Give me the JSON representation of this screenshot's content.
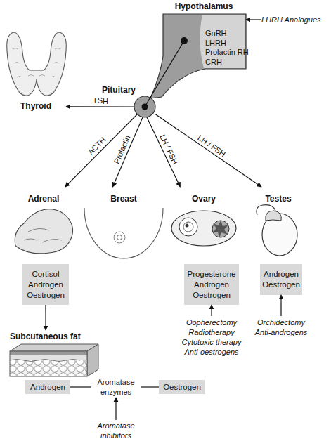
{
  "diagram": {
    "nodes": [
      {
        "text": [
          "Hypothalamus",
          "GnRH",
          "LHRH",
          "Prolactin RH",
          "CRH"
        ]
      },
      {
        "text": [
          "LHRH Analogues"
        ]
      },
      {
        "text": [
          "Pituitary"
        ]
      },
      {
        "text": [
          "Thyroid"
        ]
      },
      {
        "text": [
          "Adrenal"
        ]
      },
      {
        "text": [
          "Breast"
        ]
      },
      {
        "text": [
          "Ovary"
        ]
      },
      {
        "text": [
          "Testes"
        ]
      },
      {
        "text": [
          "Cortisol",
          "Androgen",
          "Oestrogen"
        ]
      },
      {
        "text": [
          "Progesterone",
          "Androgen",
          "Oestrogen"
        ]
      },
      {
        "text": [
          "Androgen",
          "Oestrogen"
        ]
      },
      {
        "text": [
          "Oopherectomy",
          "Radiotherapy",
          "Cytotoxic therapy",
          "Anti-oestrogens"
        ]
      },
      {
        "text": [
          "Orchidectomy",
          "Anti-androgens"
        ]
      },
      {
        "text": [
          "Subcutaneous fat"
        ]
      },
      {
        "text": [
          "Androgen"
        ]
      },
      {
        "text": [
          "Aromatase enzymes"
        ]
      },
      {
        "text": [
          "Oestrogen"
        ]
      },
      {
        "text": [
          "Aromatase inhibitors"
        ]
      }
    ],
    "edges": [
      {
        "from": 1,
        "to": 0,
        "arrow": "to"
      },
      {
        "from": 2,
        "to": 3,
        "label": "TSH",
        "arrow": "to"
      },
      {
        "from": 2,
        "to": 4,
        "label": "ACTH",
        "arrow": "to"
      },
      {
        "from": 2,
        "to": 5,
        "label": "Prolactin",
        "arrow": "to"
      },
      {
        "from": 2,
        "to": 6,
        "label": "LH / FSH",
        "arrow": "to"
      },
      {
        "from": 2,
        "to": 7,
        "label": "LH / FSH",
        "arrow": "to"
      },
      {
        "from": 8,
        "to": 13,
        "arrow": "to"
      },
      {
        "from": 11,
        "to": 9,
        "arrow": "to"
      },
      {
        "from": 12,
        "to": 10,
        "arrow": "to"
      },
      {
        "from": 14,
        "to": 15,
        "arrow": "none"
      },
      {
        "from": 15,
        "to": 16,
        "arrow": "none"
      },
      {
        "from": 17,
        "to": 15,
        "arrow": "to"
      }
    ]
  }
}
